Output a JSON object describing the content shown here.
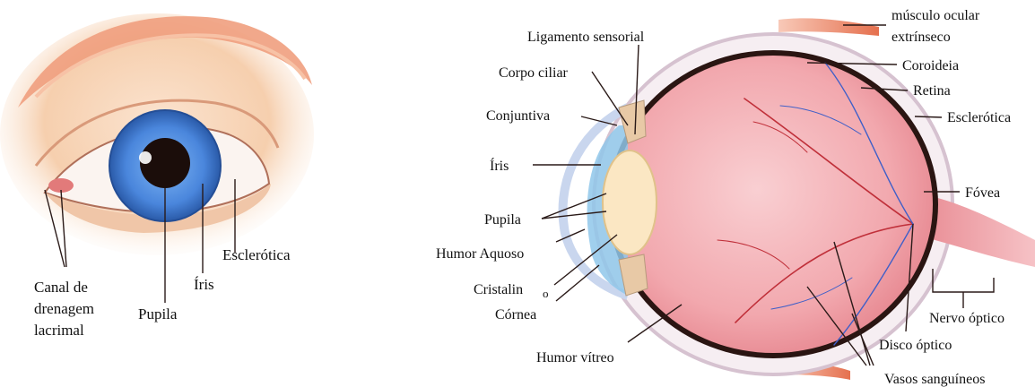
{
  "external_eye": {
    "labels": {
      "drainage": [
        "Canal de",
        "drenagem",
        "lacrimal"
      ],
      "pupil": "Pupila",
      "iris": "Íris",
      "sclera": "Esclerótica"
    }
  },
  "cross_section": {
    "labels": {
      "extrinsic_muscle": [
        "músculo ocular",
        "extrínseco"
      ],
      "sensory_ligament": "Ligamento sensorial",
      "ciliary_body": "Corpo ciliar",
      "choroid": "Coroideia",
      "retina": "Retina",
      "conjunctiva": "Conjuntiva",
      "sclera": "Esclerótica",
      "iris": "Íris",
      "fovea": "Fóvea",
      "pupil": "Pupila",
      "aqueous_humor": "Humor Aquoso",
      "lens": "Cristalin",
      "lens_suffix": "o",
      "cornea": "Córnea",
      "vitreous_humor": "Humor vítreo",
      "optic_nerve": "Nervo óptico",
      "optic_disc": "Disco óptico",
      "blood_vessels": "Vasos sanguíneos"
    }
  },
  "colors": {
    "skin": "#f4caa8",
    "iris": "#4f8fe0",
    "pupil": "#1b0d0a",
    "eyeball": "#f2a8ae",
    "choroid": "#2a1512",
    "vessel_red": "#c0303a",
    "vessel_blue": "#3f5fc8"
  }
}
